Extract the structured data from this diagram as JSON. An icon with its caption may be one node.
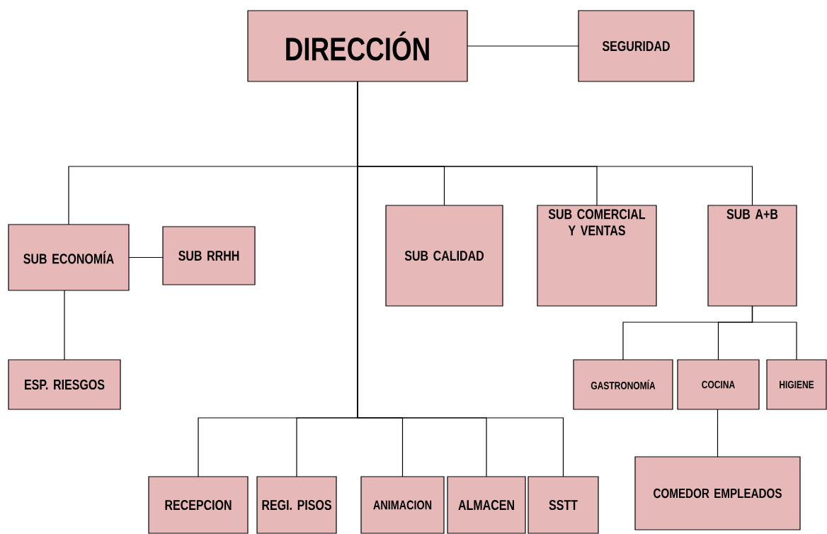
{
  "diagram": {
    "nodes": [
      {
        "text": [
          "DIRECCIÓN"
        ]
      },
      {
        "text": [
          "SEGURIDAD"
        ]
      },
      {
        "text": [
          "SUB ECONOMÍA"
        ]
      },
      {
        "text": [
          "SUB RRHH"
        ]
      },
      {
        "text": [
          "SUB CALIDAD"
        ]
      },
      {
        "text": [
          "SUB COMERCIAL Y VENTAS"
        ]
      },
      {
        "text": [
          "SUB A+B"
        ]
      },
      {
        "text": [
          "ESP. RIESGOS"
        ]
      },
      {
        "text": [
          "GASTRONOMÍA"
        ]
      },
      {
        "text": [
          "COCINA"
        ]
      },
      {
        "text": [
          "HIGIENE"
        ]
      },
      {
        "text": [
          "COMEDOR EMPLEADOS"
        ]
      },
      {
        "text": [
          "RECEPCION"
        ]
      },
      {
        "text": [
          "REGI. PISOS"
        ]
      },
      {
        "text": [
          "ANIMACION"
        ]
      },
      {
        "text": [
          "ALMACEN"
        ]
      },
      {
        "text": [
          "SSTT"
        ]
      }
    ],
    "edges": [
      {
        "from": 0,
        "to": 1,
        "arrow": "none"
      },
      {
        "from": 0,
        "to": 2,
        "arrow": "none"
      },
      {
        "from": 0,
        "to": 4,
        "arrow": "none"
      },
      {
        "from": 0,
        "to": 5,
        "arrow": "none"
      },
      {
        "from": 0,
        "to": 6,
        "arrow": "none"
      },
      {
        "from": 2,
        "to": 3,
        "arrow": "none"
      },
      {
        "from": 2,
        "to": 7,
        "arrow": "none"
      },
      {
        "from": 6,
        "to": 8,
        "arrow": "none"
      },
      {
        "from": 6,
        "to": 9,
        "arrow": "none"
      },
      {
        "from": 6,
        "to": 10,
        "arrow": "none"
      },
      {
        "from": 9,
        "to": 11,
        "arrow": "none"
      },
      {
        "from": 0,
        "to": 12,
        "arrow": "none"
      },
      {
        "from": 0,
        "to": 13,
        "arrow": "none"
      },
      {
        "from": 0,
        "to": 14,
        "arrow": "none"
      },
      {
        "from": 0,
        "to": 15,
        "arrow": "none"
      },
      {
        "from": 0,
        "to": 16,
        "arrow": "none"
      }
    ]
  }
}
